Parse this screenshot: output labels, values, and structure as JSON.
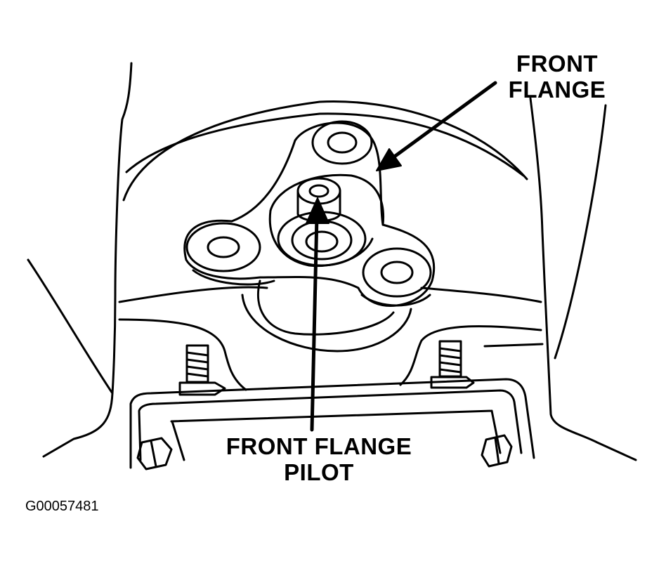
{
  "labels": {
    "front_flange": {
      "line1": "FRONT",
      "line2": "FLANGE"
    },
    "front_flange_pilot": {
      "line1": "FRONT FLANGE",
      "line2": "PILOT"
    }
  },
  "figure_id": "G00057481",
  "colors": {
    "ink": "#000000",
    "paper": "#ffffff"
  }
}
